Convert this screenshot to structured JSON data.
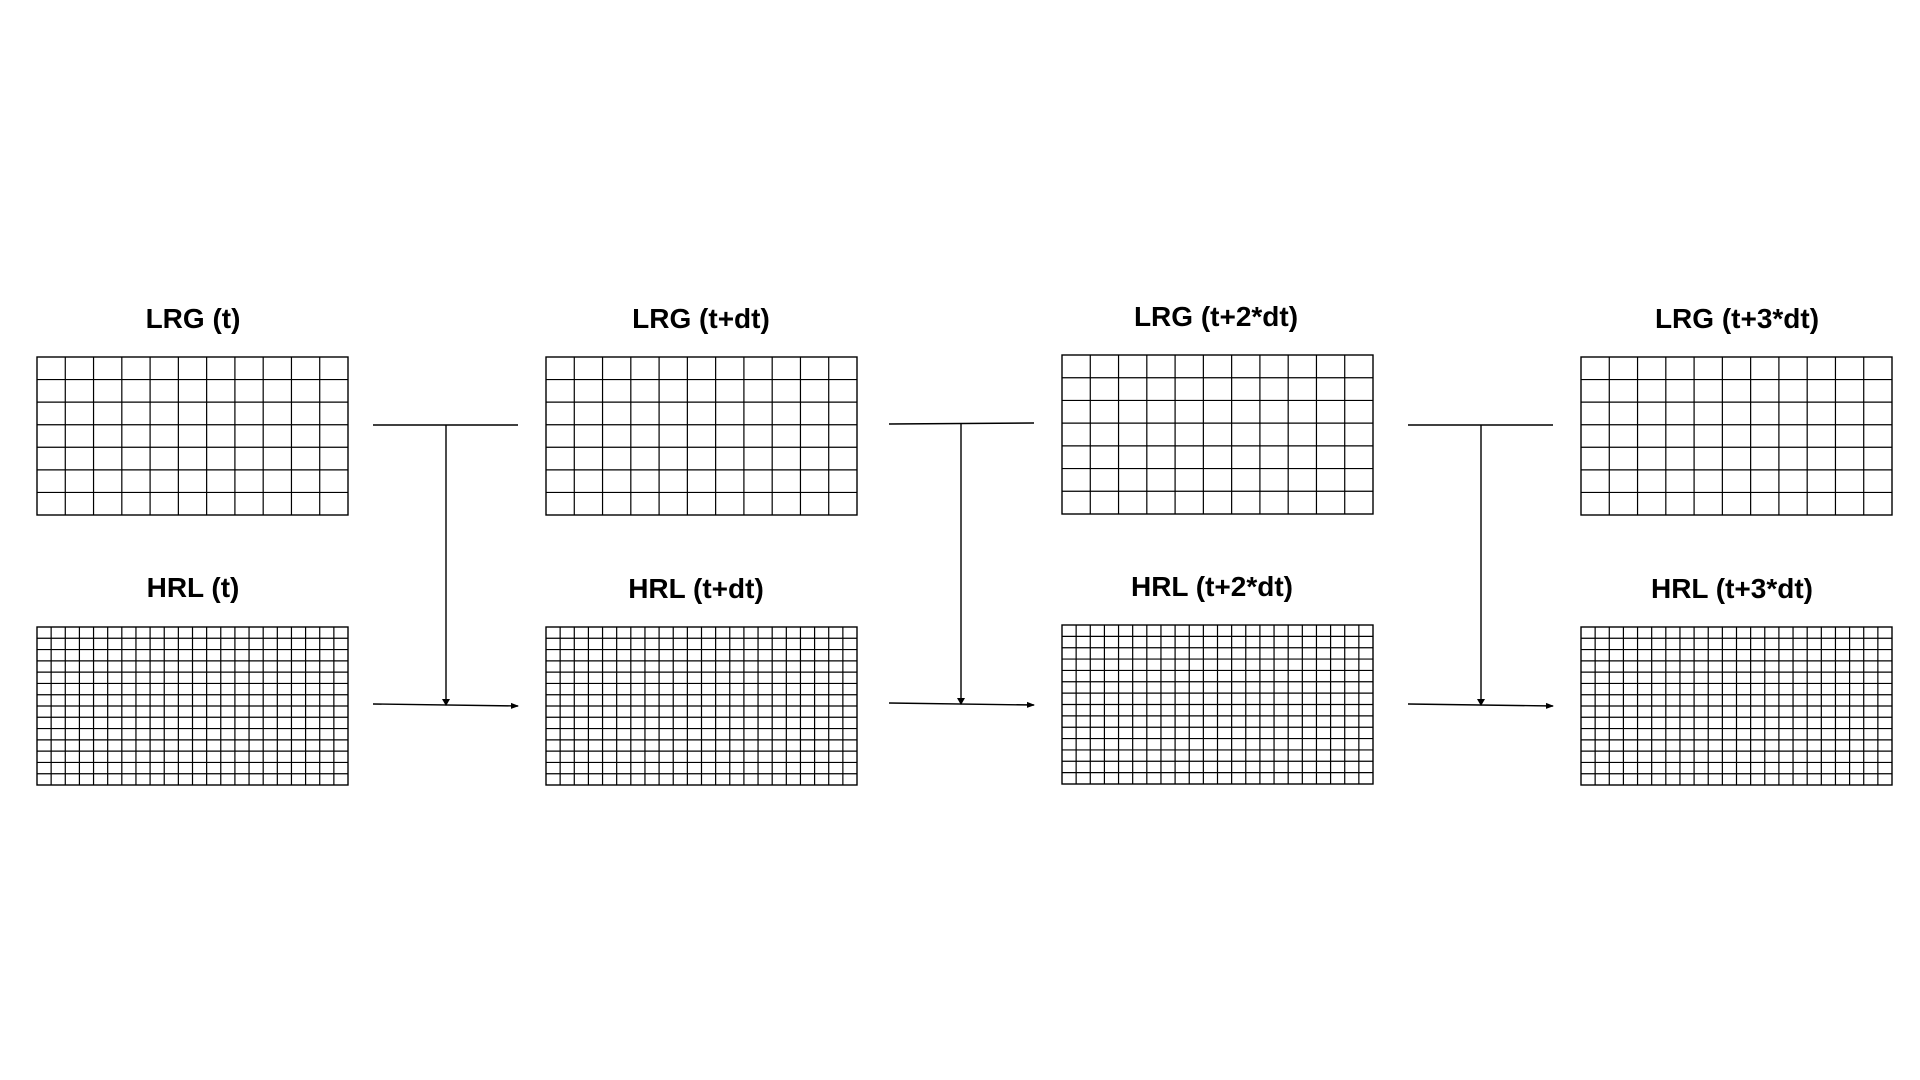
{
  "diagram": {
    "columns": [
      {
        "lrg_label": "LRG (t)",
        "hrl_label": "HRL (t)"
      },
      {
        "lrg_label": "LRG (t+dt)",
        "hrl_label": "HRL (t+dt)"
      },
      {
        "lrg_label": "LRG (t+2*dt)",
        "hrl_label": "HRL (t+2*dt)"
      },
      {
        "lrg_label": "LRG (t+3*dt)",
        "hrl_label": "HRL (t+3*dt)"
      }
    ],
    "lrg_grid": {
      "cols": 11,
      "rows": 7
    },
    "hrl_grid": {
      "cols": 22,
      "rows": 14
    },
    "transitions": 3,
    "colors": {
      "line": "#000000",
      "background": "#ffffff"
    }
  }
}
